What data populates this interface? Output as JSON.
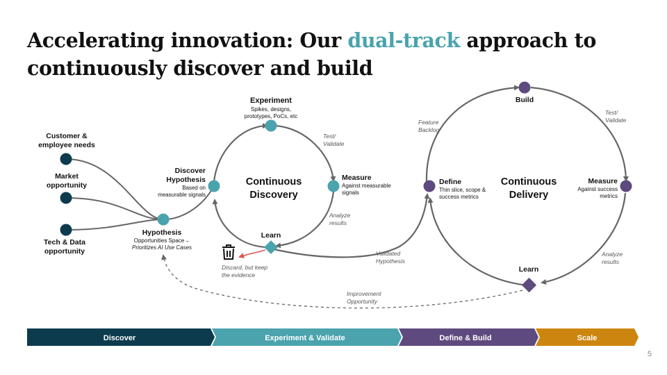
{
  "title": {
    "part1": "Accelerating innovation: Our ",
    "accent": "dual-track",
    "part2": " approach to continuously discover and build"
  },
  "colors": {
    "dark_teal": "#0c3b4d",
    "teal": "#4aa3ad",
    "purple": "#5e4a7e",
    "orange": "#cc860f",
    "arrow_gray": "#666666",
    "discard_red": "#d9534f"
  },
  "inputs": [
    {
      "label": "Customer & employee needs"
    },
    {
      "label": "Market opportunity"
    },
    {
      "label": "Tech & Data opportunity"
    }
  ],
  "hypothesis": {
    "label": "Hypothesis",
    "sub1": "Opportunities Space→",
    "sub2": "Prioritizes AI Use Cases"
  },
  "discovery": {
    "center_line1": "Continuous",
    "center_line2": "Discovery",
    "experiment": {
      "label": "Experiment",
      "sub": "Spikes, designs, prototypes, PoCs, etc"
    },
    "discover_hypothesis": {
      "label": "Discover Hypothesis",
      "sub": "Based on measurable signals"
    },
    "measure": {
      "label": "Measure",
      "sub": "Against measurable signals"
    },
    "learn": {
      "label": "Learn"
    },
    "test_validate": "Test/ Validate",
    "analyze_results": "Analyze results",
    "discard": "Discard, but keep the evidence",
    "trash_icon": "trash-icon"
  },
  "validated_hypothesis": "Validated Hypothesis",
  "improvement_opportunity": "Improvement Opportunity",
  "delivery": {
    "center_line1": "Continuous",
    "center_line2": "Delivery",
    "build": {
      "label": "Build"
    },
    "define": {
      "label": "Define",
      "sub": "Thin slice, scope & success metrics"
    },
    "measure": {
      "label": "Measure",
      "sub": "Against success metrics"
    },
    "learn": {
      "label": "Learn"
    },
    "feature_backlog": "Feature Backlog",
    "test_validate": "Test/ Validate",
    "analyze_results": "Analyze results"
  },
  "phases": [
    "Discover",
    "Experiment & Validate",
    "Define & Build",
    "Scale"
  ],
  "page_number": "5"
}
